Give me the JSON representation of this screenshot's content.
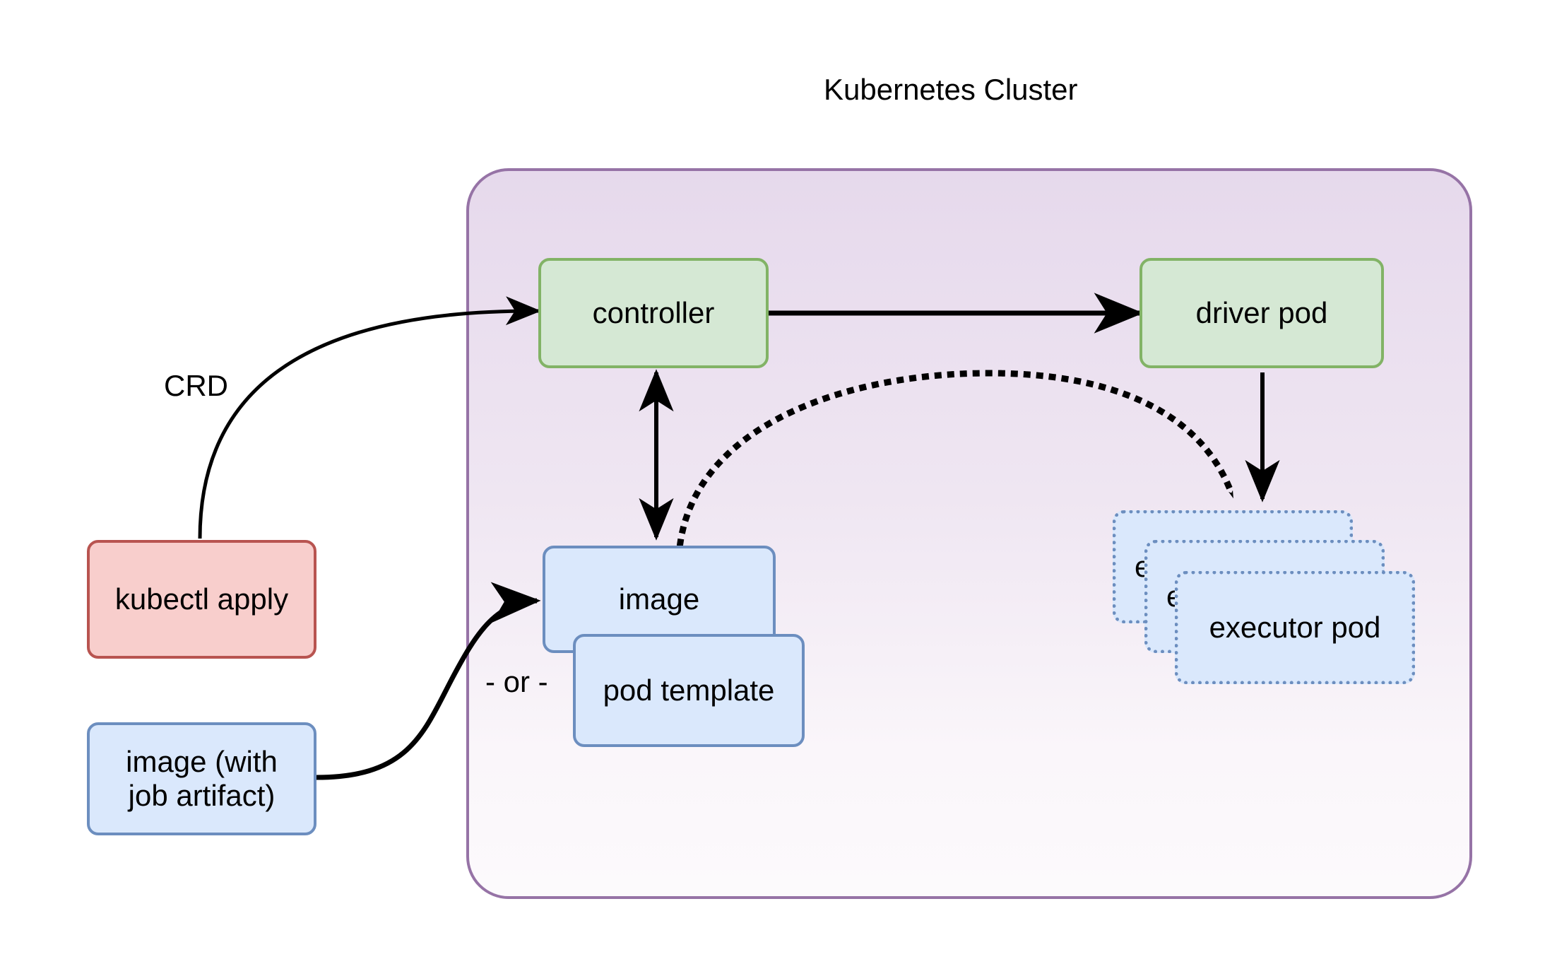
{
  "diagram": {
    "title": "Kubernetes Cluster",
    "colors": {
      "cluster_border": "#9673A6",
      "cluster_fill_top": "#E6D9EC",
      "cluster_fill_bottom": "#FCFAFC",
      "green_fill": "#D5E8D4",
      "green_border": "#82B366",
      "red_fill": "#F8CECC",
      "red_border": "#B85450",
      "blue_fill": "#DAE8FC",
      "blue_border": "#6C8EBF",
      "edge_color": "#000000"
    },
    "nodes": {
      "controller": {
        "label": "controller",
        "shape": "rounded-rect",
        "style": "green"
      },
      "driver_pod": {
        "label": "driver pod",
        "shape": "rounded-rect",
        "style": "green"
      },
      "kubectl_apply": {
        "label": "kubectl apply",
        "shape": "rounded-rect",
        "style": "red"
      },
      "image_job_artifact": {
        "label": "image (with job artifact)",
        "line1": "image (with",
        "line2": "job artifact)",
        "shape": "rounded-rect",
        "style": "blue"
      },
      "image": {
        "label": "image",
        "shape": "rounded-rect",
        "style": "blue"
      },
      "pod_template": {
        "label": "pod template",
        "shape": "rounded-rect",
        "style": "blue"
      },
      "executor_pod_back": {
        "label": "executor pod",
        "shape": "rounded-rect",
        "style": "blue-dotted"
      },
      "executor_pod_mid": {
        "label": "executor pod",
        "shape": "rounded-rect",
        "style": "blue-dotted"
      },
      "executor_pod_front": {
        "label": "executor pod",
        "shape": "rounded-rect",
        "style": "blue-dotted"
      }
    },
    "edge_labels": {
      "crd": "CRD",
      "or": "- or -"
    },
    "edges": [
      {
        "from": "kubectl_apply",
        "to": "controller",
        "label": "CRD",
        "style": "solid",
        "arrow": "single"
      },
      {
        "from": "controller",
        "to": "driver_pod",
        "label": "",
        "style": "solid",
        "arrow": "single"
      },
      {
        "from": "controller",
        "to": "image",
        "label": "",
        "style": "solid",
        "arrow": "double"
      },
      {
        "from": "image",
        "to": "executor_pod_back",
        "label": "",
        "style": "dotted",
        "arrow": "single"
      },
      {
        "from": "driver_pod",
        "to": "executor_pod_back",
        "label": "",
        "style": "solid",
        "arrow": "single"
      },
      {
        "from": "image_job_artifact",
        "to": "image",
        "label": "- or -",
        "style": "solid",
        "arrow": "single"
      }
    ]
  }
}
